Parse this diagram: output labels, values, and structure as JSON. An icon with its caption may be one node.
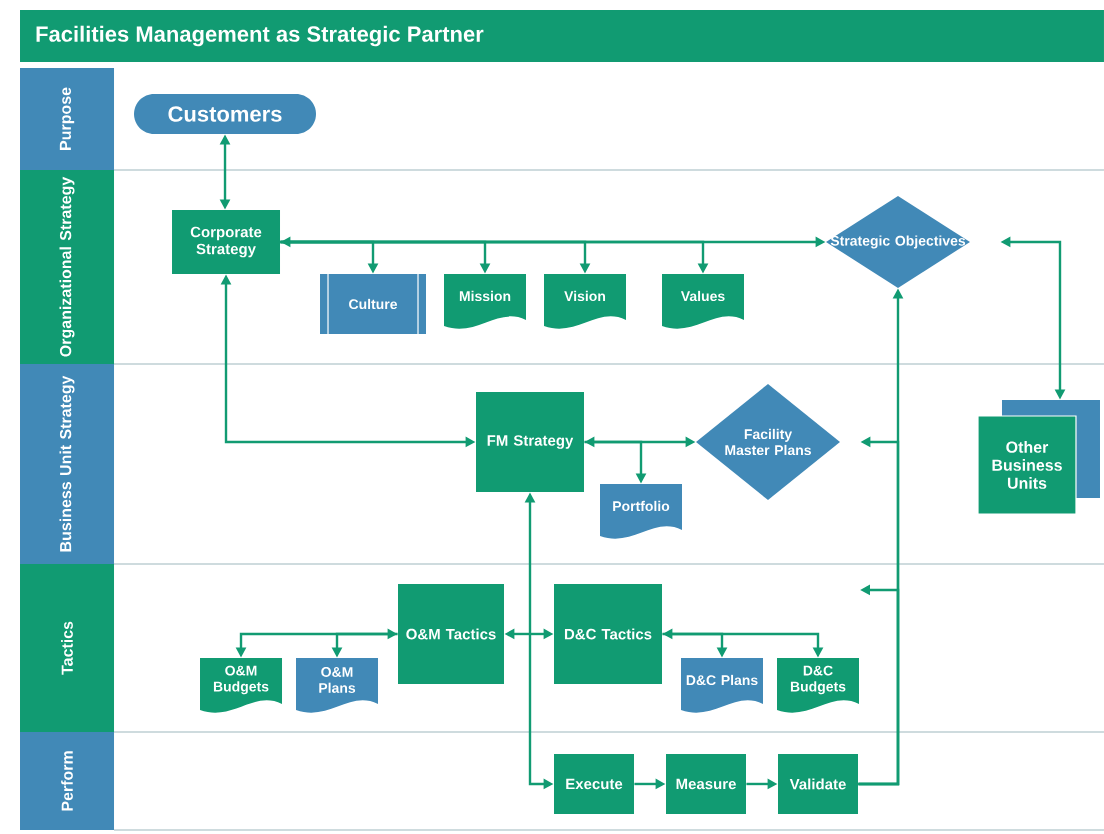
{
  "diagram": {
    "title": "Facilities Management as Strategic Partner",
    "nodes": [
      {
        "text": [
          "Purpose"
        ]
      },
      {
        "text": [
          "Organizational Strategy"
        ]
      },
      {
        "text": [
          "Business Unit Strategy"
        ]
      },
      {
        "text": [
          "Tactics"
        ]
      },
      {
        "text": [
          "Perform"
        ]
      },
      {
        "text": [
          "Customers"
        ]
      },
      {
        "text": [
          "Corporate Strategy"
        ]
      },
      {
        "text": [
          "Culture"
        ]
      },
      {
        "text": [
          "Mission"
        ]
      },
      {
        "text": [
          "Vision"
        ]
      },
      {
        "text": [
          "Values"
        ]
      },
      {
        "text": [
          "Strategic Objectives"
        ]
      },
      {
        "text": [
          "FM Strategy"
        ]
      },
      {
        "text": [
          "Portfolio"
        ]
      },
      {
        "text": [
          "Facility Master Plans"
        ]
      },
      {
        "text": [
          "Other Business Units"
        ]
      },
      {
        "text": [
          "O&M Budgets"
        ]
      },
      {
        "text": [
          "O&M Plans"
        ]
      },
      {
        "text": [
          "O&M Tactics"
        ]
      },
      {
        "text": [
          "D&C Tactics"
        ]
      },
      {
        "text": [
          "D&C Plans"
        ]
      },
      {
        "text": [
          "D&C Budgets"
        ]
      },
      {
        "text": [
          "Execute"
        ]
      },
      {
        "text": [
          "Measure"
        ]
      },
      {
        "text": [
          "Validate"
        ]
      }
    ],
    "edges": [
      {
        "from": 5,
        "to": 6,
        "arrow": "both"
      },
      {
        "from": 6,
        "to": 11,
        "arrow": "both"
      },
      {
        "from": 6,
        "to": 7,
        "arrow": "to"
      },
      {
        "from": 6,
        "to": 8,
        "arrow": "to"
      },
      {
        "from": 6,
        "to": 9,
        "arrow": "to"
      },
      {
        "from": 6,
        "to": 10,
        "arrow": "to"
      },
      {
        "from": 12,
        "to": 6,
        "arrow": "both"
      },
      {
        "from": 12,
        "to": 14,
        "arrow": "both"
      },
      {
        "from": 12,
        "to": 13,
        "arrow": "to"
      },
      {
        "from": 11,
        "to": 15,
        "arrow": "both"
      },
      {
        "from": 18,
        "to": 19,
        "arrow": "both"
      },
      {
        "from": 18,
        "to": 16,
        "arrow": "both"
      },
      {
        "from": 18,
        "to": 17,
        "arrow": "to"
      },
      {
        "from": 19,
        "to": 20,
        "arrow": "both"
      },
      {
        "from": 19,
        "to": 21,
        "arrow": "to"
      },
      {
        "from": 12,
        "to": 22,
        "arrow": "both"
      },
      {
        "from": 22,
        "to": 23,
        "arrow": "to"
      },
      {
        "from": 23,
        "to": 24,
        "arrow": "to"
      },
      {
        "from": 24,
        "to": 11,
        "arrow": "to"
      },
      {
        "from": 24,
        "to": 14,
        "arrow": "to"
      },
      {
        "from": 24,
        "to": null,
        "arrow": "to"
      }
    ]
  }
}
